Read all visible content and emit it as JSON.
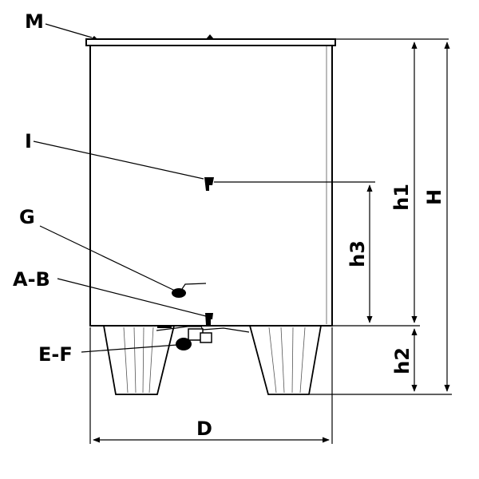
{
  "labels": {
    "M": "M",
    "I": "I",
    "G": "G",
    "AB": "A-B",
    "EF": "E-F",
    "D": "D",
    "h1": "h1",
    "H": "H",
    "h3": "h3",
    "h2": "h2"
  },
  "colors": {
    "line": "#000000",
    "background": "#ffffff"
  }
}
